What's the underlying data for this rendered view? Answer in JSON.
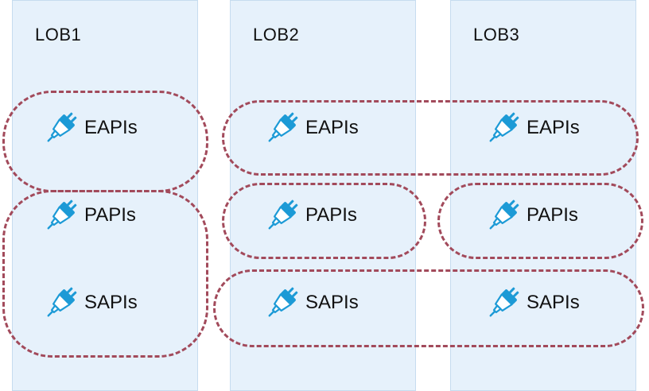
{
  "columns": [
    {
      "title": "LOB1"
    },
    {
      "title": "LOB2"
    },
    {
      "title": "LOB3"
    }
  ],
  "layers": {
    "eapis": "EAPIs",
    "papis": "PAPIs",
    "sapis": "SAPIs"
  },
  "colors": {
    "column_fill": "#e6f1fb",
    "group_border": "#a24a5b",
    "icon_blue": "#1c9ad6"
  }
}
